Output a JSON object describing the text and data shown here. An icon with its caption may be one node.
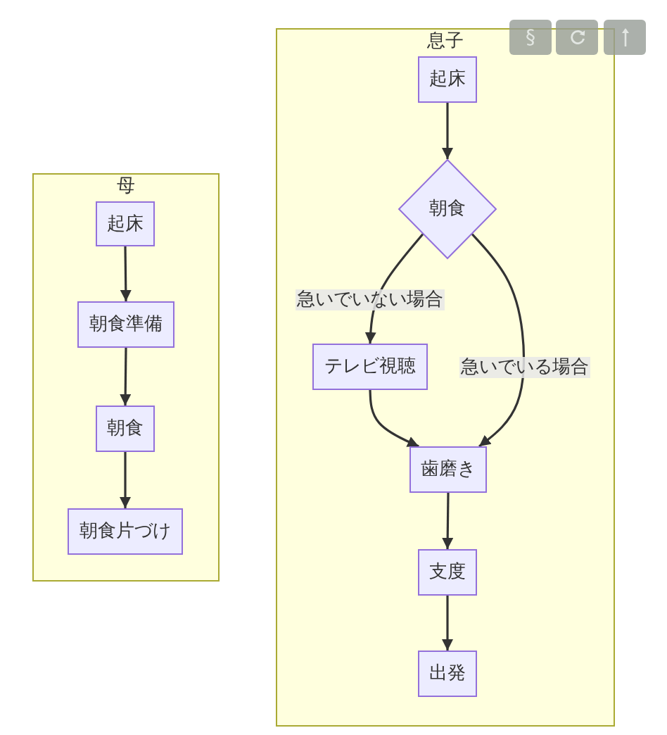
{
  "diagram": {
    "nodes": [
      {
        "text": [
          "母"
        ]
      },
      {
        "text": [
          "起床"
        ],
        "in": 0
      },
      {
        "text": [
          "朝食準備"
        ],
        "in": 0
      },
      {
        "text": [
          "朝食"
        ],
        "in": 0
      },
      {
        "text": [
          "朝食片づけ"
        ],
        "in": 0
      },
      {
        "text": [
          "息子"
        ]
      },
      {
        "text": [
          "起床"
        ],
        "in": 5
      },
      {
        "text": [
          "朝食"
        ],
        "in": 5
      },
      {
        "text": [
          "テレビ視聴"
        ],
        "in": 5
      },
      {
        "text": [
          "歯磨き"
        ],
        "in": 5
      },
      {
        "text": [
          "支度"
        ],
        "in": 5
      },
      {
        "text": [
          "出発"
        ],
        "in": 5
      }
    ],
    "edges": [
      {
        "from": 1,
        "to": 2,
        "arrow": "to"
      },
      {
        "from": 2,
        "to": 3,
        "arrow": "to"
      },
      {
        "from": 3,
        "to": 4,
        "arrow": "to"
      },
      {
        "from": 6,
        "to": 7,
        "arrow": "to"
      },
      {
        "from": 7,
        "to": 8,
        "arrow": "to",
        "label": "急いでいない場合"
      },
      {
        "from": 7,
        "to": 9,
        "arrow": "to",
        "label": "急いでいる場合"
      },
      {
        "from": 8,
        "to": 9,
        "arrow": "to"
      },
      {
        "from": 9,
        "to": 10,
        "arrow": "to"
      },
      {
        "from": 10,
        "to": 11,
        "arrow": "to"
      }
    ],
    "labels": [
      "§"
    ]
  }
}
